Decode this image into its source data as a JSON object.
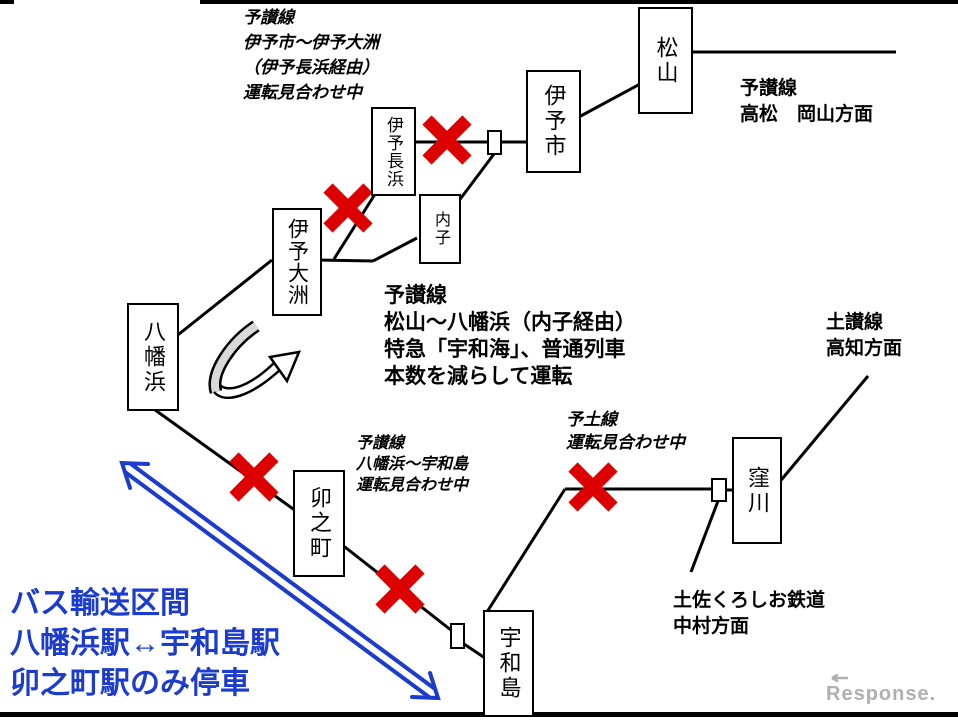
{
  "stations": {
    "matsuyama": "松山",
    "iyoshi": "伊予市",
    "iyo_nagahama": "伊予長浜",
    "uchiko": "内子",
    "iyo_ozu": "伊予大洲",
    "yawatahama": "八幡浜",
    "unomachi": "卯之町",
    "uwajima": "宇和島",
    "kubokawa": "窪川"
  },
  "notes": {
    "yosan_coastal_suspended": "予讃線\n伊予市～伊予大洲\n（伊予長浜経由）\n運転見合わせ中",
    "yosan_takamatsu_direction": "予讃線\n高松　岡山方面",
    "yosan_reduced_service": "予讃線\n松山～八幡浜（内子経由）\n特急「宇和海」、普通列車\n本数を減らして運転",
    "dosan_kochi_direction": "土讃線\n高知方面",
    "yodo_suspended": "予土線\n運転見合わせ中",
    "yosan_south_suspended": "予讃線\n八幡浜～宇和島\n運転見合わせ中",
    "tosa_kuroshio_nakamura": "土佐くろしお鉄道\n中村方面",
    "bus_substitution": "バス輸送区間\n八幡浜駅↔宇和島駅\n卯之町駅のみ停車"
  },
  "watermark": "Response.",
  "colors": {
    "suspended_x_red": "#dd0000",
    "bus_blue": "#1b3ccd",
    "line_black": "#000000",
    "arrow_fill_gray": "#d9d9d9",
    "watermark_gray": "#b0b0b0"
  }
}
